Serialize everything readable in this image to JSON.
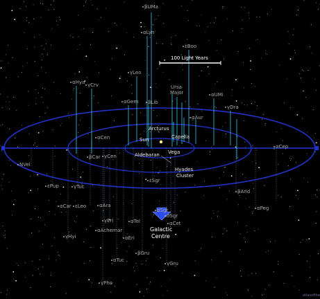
{
  "scale_bar": {
    "label": "100 Light Years"
  },
  "labels": {
    "sun": "Sun",
    "vega": "Vega",
    "arcturus": "Arcturus",
    "capella": "Capella",
    "aldebaran": "Aldebaran",
    "hyades": [
      "Hyades",
      "Cluster"
    ],
    "galactic_centre": [
      "Galactic",
      "Centre"
    ],
    "ursa_major": [
      "Ursa",
      "Major"
    ],
    "credit": "atlasoftheuniverse"
  },
  "stars": [
    "βUMa",
    "αLyn",
    "εBoo",
    "γLeo",
    "αHya",
    "γCrv",
    "βLib",
    "αGem",
    "αUMi",
    "γDra",
    "αAur",
    "αCen",
    "γCen",
    "βCar",
    "NVel",
    "αCep",
    "εPup",
    "γTuc",
    "αCar",
    "βAnd",
    "αPeg",
    "εLeo",
    "αAra",
    "γEri",
    "αSgr",
    "σSgr",
    "αTel",
    "αCet",
    "αAchernar",
    "αEri",
    "γHyi",
    "αTuc",
    "βGru",
    "γGru",
    "γPho",
    "εSgr"
  ],
  "colors": {
    "background": "#000000",
    "galactic_plane": "#2233cc",
    "drop_lines": "#38c8e8",
    "drop_lines_below": "#4a5a70",
    "label": "#b9b9b9",
    "galactic_centre_arrow": "#2c4cf0"
  }
}
